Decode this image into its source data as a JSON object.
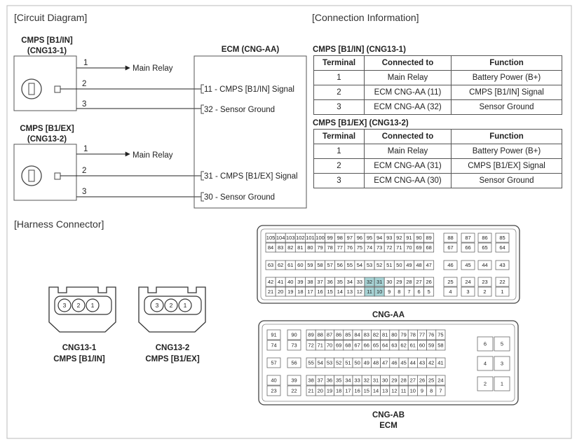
{
  "sections": {
    "circuit_diagram": "[Circuit Diagram]",
    "connection_information": "[Connection Information]",
    "harness_connector": "[Harness Connector]"
  },
  "circuit": {
    "sensor1": {
      "name": "CMPS [B1/IN]",
      "code": "(CNG13-1)"
    },
    "sensor2": {
      "name": "CMPS [B1/EX]",
      "code": "(CNG13-2)"
    },
    "ecm_title": "ECM (CNG-AA)",
    "wires1": [
      {
        "num": "1",
        "label": "Main Relay"
      },
      {
        "num": "2",
        "label": "11 - CMPS [B1/IN] Signal"
      },
      {
        "num": "3",
        "label": "32 - Sensor Ground"
      }
    ],
    "wires2": [
      {
        "num": "1",
        "label": "Main Relay"
      },
      {
        "num": "2",
        "label": "31 - CMPS [B1/EX] Signal"
      },
      {
        "num": "3",
        "label": "30 - Sensor Ground"
      }
    ]
  },
  "tables": {
    "headers": [
      "Terminal",
      "Connected to",
      "Function"
    ],
    "t1": {
      "title": "CMPS [B1/IN] (CNG13-1)",
      "rows": [
        [
          "1",
          "Main Relay",
          "Battery Power (B+)"
        ],
        [
          "2",
          "ECM CNG-AA (11)",
          "CMPS [B1/IN] Signal"
        ],
        [
          "3",
          "ECM CNG-AA (32)",
          "Sensor Ground"
        ]
      ]
    },
    "t2": {
      "title": "CMPS [B1/EX] (CNG13-2)",
      "rows": [
        [
          "1",
          "Main Relay",
          "Battery Power (B+)"
        ],
        [
          "2",
          "ECM CNG-AA (31)",
          "CMPS [B1/EX] Signal"
        ],
        [
          "3",
          "ECM CNG-AA (30)",
          "Sensor Ground"
        ]
      ]
    }
  },
  "harness": {
    "conn1": {
      "pins": [
        "3",
        "2",
        "1"
      ],
      "label1": "CNG13-1",
      "label2": "CMPS [B1/IN]"
    },
    "conn2": {
      "pins": [
        "3",
        "2",
        "1"
      ],
      "label1": "CNG13-2",
      "label2": "CMPS [B1/EX]"
    }
  },
  "cng_aa": {
    "label": "CNG-AA",
    "highlight_color": "#a8d4d6",
    "highlighted": [
      "32",
      "31",
      "11",
      "10"
    ],
    "rows": [
      [
        "105",
        "104",
        "103",
        "102",
        "101",
        "100",
        "99",
        "98",
        "97",
        "96",
        "95",
        "94",
        "93",
        "92",
        "91",
        "90",
        "89"
      ],
      [
        "84",
        "83",
        "82",
        "81",
        "80",
        "79",
        "78",
        "77",
        "76",
        "75",
        "74",
        "73",
        "72",
        "71",
        "70",
        "69",
        "68"
      ],
      [
        "63",
        "62",
        "61",
        "60",
        "59",
        "58",
        "57",
        "56",
        "55",
        "54",
        "53",
        "52",
        "51",
        "50",
        "49",
        "48",
        "47"
      ],
      [
        "42",
        "41",
        "40",
        "39",
        "38",
        "37",
        "36",
        "35",
        "34",
        "33",
        "32",
        "31",
        "30",
        "29",
        "28",
        "27",
        "26"
      ],
      [
        "21",
        "20",
        "19",
        "18",
        "17",
        "16",
        "15",
        "14",
        "13",
        "12",
        "11",
        "10",
        "9",
        "8",
        "7",
        "6",
        "5"
      ]
    ],
    "right_rows": [
      [
        "88",
        "87",
        "86",
        "85"
      ],
      [
        "67",
        "66",
        "65",
        "64"
      ],
      [
        "46",
        "45",
        "44",
        "43"
      ],
      [
        "25",
        "24",
        "23",
        "22"
      ],
      [
        "4",
        "3",
        "2",
        "1"
      ]
    ]
  },
  "cng_ab": {
    "label1": "CNG-AB",
    "label2": "ECM",
    "rows": [
      [
        "91",
        "90",
        "89",
        "88",
        "87",
        "86",
        "85",
        "84",
        "83",
        "82",
        "81",
        "80",
        "79",
        "78",
        "77",
        "76",
        "75"
      ],
      [
        "74",
        "73",
        "72",
        "71",
        "70",
        "69",
        "68",
        "67",
        "66",
        "65",
        "64",
        "63",
        "62",
        "61",
        "60",
        "59",
        "58"
      ],
      [
        "57",
        "56",
        "55",
        "54",
        "53",
        "52",
        "51",
        "50",
        "49",
        "48",
        "47",
        "46",
        "45",
        "44",
        "43",
        "42",
        "41"
      ],
      [
        "40",
        "39",
        "38",
        "37",
        "36",
        "35",
        "34",
        "33",
        "32",
        "31",
        "30",
        "29",
        "28",
        "27",
        "26",
        "25",
        "24"
      ],
      [
        "23",
        "22",
        "21",
        "20",
        "19",
        "18",
        "17",
        "16",
        "15",
        "14",
        "13",
        "12",
        "11",
        "10",
        "9",
        "8",
        "7"
      ]
    ],
    "right": [
      [
        "6",
        "5"
      ],
      [
        "4",
        "3"
      ],
      [
        "2",
        "1"
      ]
    ]
  }
}
